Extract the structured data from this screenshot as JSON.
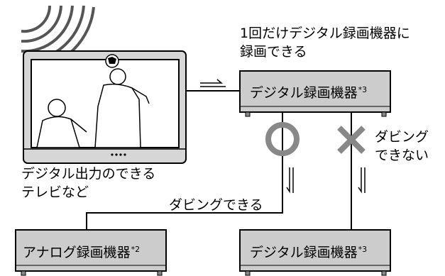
{
  "tv_caption_line1": "デジタル出力のできる",
  "tv_caption_line2": "テレビなど",
  "top_note_line1": "1回だけデジタル録画機器に",
  "top_note_line2": "録画できる",
  "top_device": {
    "label": "デジタル録画機器",
    "footnote": "*3"
  },
  "bottom_left_device": {
    "label": "アナログ録画機器",
    "footnote": "*2"
  },
  "bottom_right_device": {
    "label": "デジタル録画機器",
    "footnote": "*3"
  },
  "dubbing_ok_label": "ダビングできる",
  "dubbing_ng_line1": "ダビング",
  "dubbing_ng_line2": "できない",
  "colors": {
    "device_fill": "#cccccc",
    "ok_mark": "#888888",
    "ng_mark": "#888888",
    "line": "#000000"
  },
  "icons": [
    "tv-icon",
    "signal-waves-icon",
    "circle-ok-icon",
    "cross-ng-icon",
    "arrow-down-icon",
    "arrow-right-icon"
  ]
}
